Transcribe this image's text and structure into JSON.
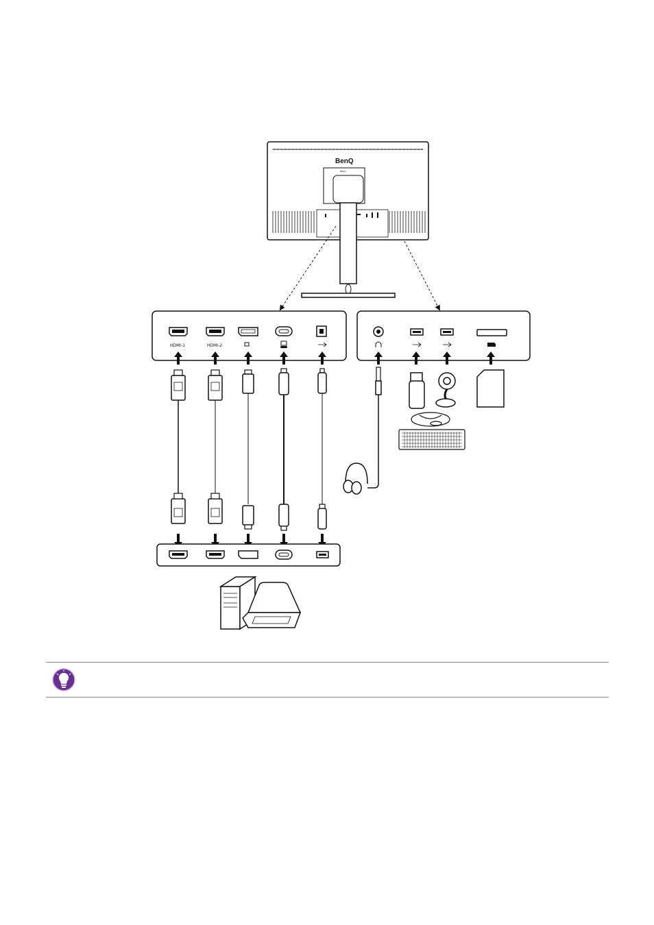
{
  "monitor": {
    "brand": "BenQ",
    "model_label": "BENQ"
  },
  "input_panel": {
    "ports": [
      {
        "name": "hdmi-1",
        "label": "HDMI-1"
      },
      {
        "name": "hdmi-2",
        "label": "HDMI-2"
      },
      {
        "name": "displayport",
        "label": ""
      },
      {
        "name": "usb-c",
        "label": ""
      },
      {
        "name": "usb-b",
        "label": ""
      }
    ]
  },
  "accessory_panel": {
    "ports": [
      {
        "name": "headphone-jack",
        "label": ""
      },
      {
        "name": "usb-a-1",
        "label": ""
      },
      {
        "name": "usb-a-2",
        "label": ""
      },
      {
        "name": "sd-card-slot",
        "label": ""
      }
    ]
  },
  "icons": [
    "headphones-icon",
    "usb-flash-drive-icon",
    "webcam-icon",
    "sd-card-icon",
    "mouse-icon",
    "keyboard-icon",
    "computer-tower-icon",
    "laptop-icon",
    "lightbulb-tip-icon"
  ],
  "colors": {
    "tip_icon_fill": "#6a2d91",
    "line": "#111111"
  }
}
